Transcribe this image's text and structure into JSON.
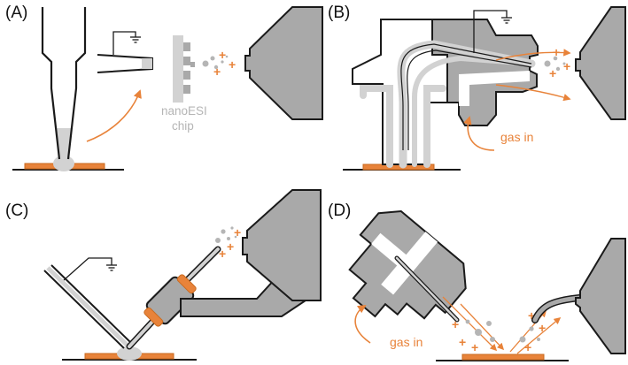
{
  "panels": {
    "a": {
      "label": "(A)",
      "chip_label_line1": "nanoESI",
      "chip_label_line2": "chip"
    },
    "b": {
      "label": "(B)",
      "gas_label": "gas in"
    },
    "c": {
      "label": "(C)"
    },
    "d": {
      "label": "(D)",
      "gas_label": "gas in"
    }
  },
  "colors": {
    "orange": "#e8833a",
    "orange_dark": "#c96a1f",
    "gray_fill": "#a9a9a9",
    "light_gray": "#d2d2d2",
    "outline": "#1a1a1a"
  },
  "icons": {
    "ground": "ground-symbol-icon",
    "plus": "plus-ion-icon",
    "droplet": "droplet-spray-icon"
  }
}
